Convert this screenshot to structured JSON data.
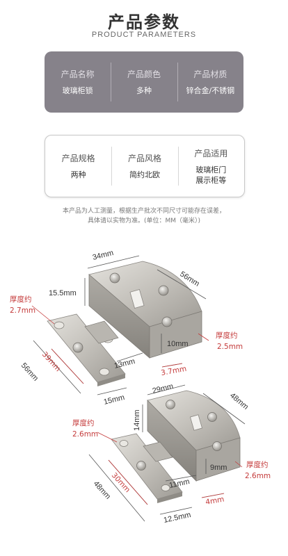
{
  "header": {
    "title_zh": "产品参数",
    "title_en": "PRODUCT PARAMETERS"
  },
  "params_row1": [
    {
      "label": "产品名称",
      "value": "玻璃柜锁"
    },
    {
      "label": "产品颜色",
      "value": "多种"
    },
    {
      "label": "产品材质",
      "value": "锌合金/不锈钢"
    }
  ],
  "params_row2": [
    {
      "label": "产品规格",
      "value": "两种"
    },
    {
      "label": "产品风格",
      "value": "简约北欧"
    },
    {
      "label": "产品适用",
      "value": "玻璃柜门",
      "value2": "展示柜等"
    }
  ],
  "note": {
    "line1": "本产品为人工测量，根据生产批次不同尺寸可能存在误差，",
    "line2": "具体请以实物为准。(单位：MM（毫米）)"
  },
  "dims_top": {
    "d34": "34mm",
    "d56r": "56mm",
    "d15_5": "15.5mm",
    "thick_a": "厚度约",
    "thick_a2": "2.7mm",
    "d10": "10mm",
    "thick_b": "厚度约",
    "thick_b2": "2.5mm",
    "d39": "39mm",
    "d56l": "56mm",
    "d13": "13mm",
    "d3_7": "3.7mm",
    "d15": "15mm"
  },
  "dims_bottom": {
    "d29": "29mm",
    "d48r": "48mm",
    "d14": "14mm",
    "thick_c": "厚度约",
    "thick_c2": "2.6mm",
    "d9": "9mm",
    "d30": "30mm",
    "d48l": "48mm",
    "d11": "11mm",
    "d4": "4mm",
    "thick_d": "厚度约",
    "thick_d2": "2.6mm",
    "d12_5": "12.5mm"
  },
  "colors": {
    "accent_red": "#c43a3a",
    "card_dark": "#86828a",
    "metal": "#c9c6c0"
  }
}
